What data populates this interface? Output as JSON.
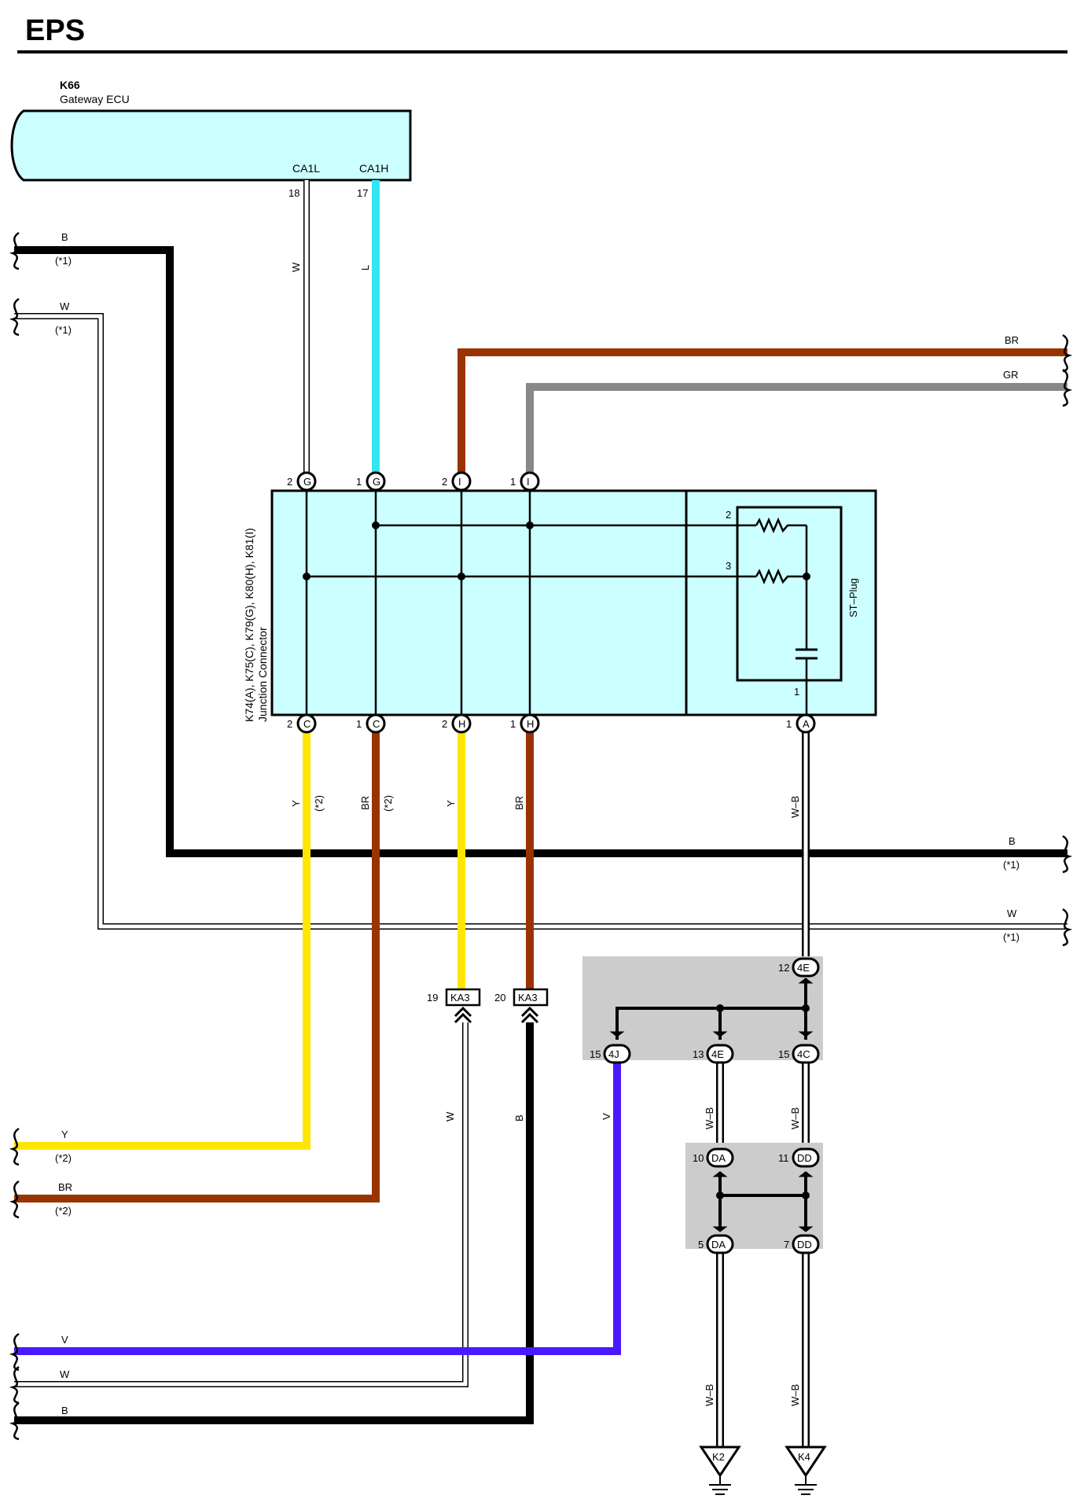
{
  "page": {
    "title": "EPS"
  },
  "ecu": {
    "code": "K66",
    "name": "Gateway ECU"
  },
  "ecu_pins": [
    {
      "label": "CA1L",
      "number": "18",
      "wire": "W"
    },
    {
      "label": "CA1H",
      "number": "17",
      "wire": "L"
    }
  ],
  "junction": {
    "codes": "K74(A), K75(C), K79(G), K80(H), K81(I)",
    "name": "Junction Connector"
  },
  "st_plug": {
    "name": "ST–Plug",
    "pin2": "2",
    "pin3": "3",
    "pin1": "1"
  },
  "top_pins": [
    {
      "num": "2",
      "letter": "G"
    },
    {
      "num": "1",
      "letter": "G"
    },
    {
      "num": "2",
      "letter": "I"
    },
    {
      "num": "1",
      "letter": "I"
    }
  ],
  "bottom_pins": [
    {
      "num": "2",
      "letter": "C",
      "wire": "Y",
      "note": "(*2)"
    },
    {
      "num": "1",
      "letter": "C",
      "wire": "BR",
      "note": "(*2)"
    },
    {
      "num": "2",
      "letter": "H",
      "wire": "Y"
    },
    {
      "num": "1",
      "letter": "H",
      "wire": "BR"
    },
    {
      "num": "1",
      "letter": "A",
      "wire": "W–B"
    }
  ],
  "wires_left": [
    {
      "color": "B",
      "note": "(*1)"
    },
    {
      "color": "W",
      "note": "(*1)"
    },
    {
      "color": "Y",
      "note": "(*2)"
    },
    {
      "color": "BR",
      "note": "(*2)"
    },
    {
      "color": "V"
    },
    {
      "color": "W"
    },
    {
      "color": "B"
    }
  ],
  "wires_right": [
    {
      "color": "BR"
    },
    {
      "color": "GR"
    },
    {
      "color": "B",
      "note": "(*1)"
    },
    {
      "color": "W",
      "note": "(*1)"
    }
  ],
  "ka3": [
    {
      "num": "19",
      "code": "KA3",
      "wire": "W"
    },
    {
      "num": "20",
      "code": "KA3",
      "wire": "B"
    }
  ],
  "splice_top": [
    {
      "num": "12",
      "code": "4E"
    },
    {
      "num": "15",
      "code": "4J",
      "wire": "V"
    },
    {
      "num": "13",
      "code": "4E",
      "wire": "W–B"
    },
    {
      "num": "15",
      "code": "4C",
      "wire": "W–B"
    }
  ],
  "splice_bottom": [
    {
      "num": "10",
      "code": "DA"
    },
    {
      "num": "11",
      "code": "DD"
    },
    {
      "num": "5",
      "code": "DA",
      "wire": "W–B"
    },
    {
      "num": "7",
      "code": "DD",
      "wire": "W–B"
    }
  ],
  "grounds": [
    {
      "code": "K2"
    },
    {
      "code": "K4"
    }
  ],
  "colors": {
    "panel": "#ccffff",
    "splice_bg": "#cccccc",
    "B": "#000000",
    "W": "#ffffff",
    "L": "#33e6f0",
    "BR": "#993300",
    "GR": "#888888",
    "Y": "#ffe600",
    "V": "#4a1aff",
    "WB": "#ffffff"
  }
}
